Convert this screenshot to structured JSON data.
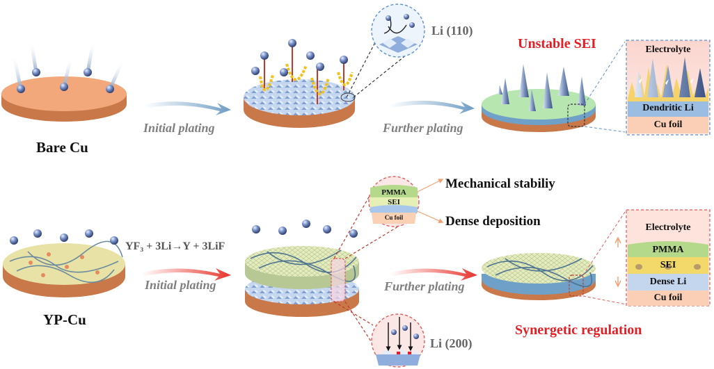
{
  "labels": {
    "bare_cu": "Bare Cu",
    "yp_cu": "YP-Cu",
    "initial_plating_top": "Initial plating",
    "further_plating_top": "Further plating",
    "initial_plating_bottom": "Initial plating",
    "further_plating_bottom": "Further plating",
    "li_110": "Li (110)",
    "li_200": "Li (200)",
    "unstable_sei": "Unstable SEI",
    "synergetic_regulation": "Synergetic regulation",
    "mechanical_stability": "Mechanical stabiliy",
    "dense_deposition": "Dense deposition",
    "reaction_equation": "YF₃ + 3Li→Y + 3LiF"
  },
  "top_panel": {
    "electrolyte": "Electrolyte",
    "dendritic_li": "Dendritic Li",
    "cu_foil": "Cu foil"
  },
  "bottom_panel": {
    "electrolyte": "Electrolyte",
    "pmma": "PMMA",
    "sei": "SEI",
    "dense_li": "Dense Li",
    "cu_foil": "Cu foil"
  },
  "zoom_circle": {
    "pmma": "PMMA",
    "sei": "SEI",
    "cu_foil": "Cu foil"
  },
  "colors": {
    "copper": "#f2a87a",
    "copper_side": "#c9784a",
    "arrow_blue": "#7fa6c8",
    "arrow_red": "#e8413a",
    "red_text": "#e31e24",
    "li_crystal": "#9ab8de",
    "sei_green": "#a9dca0",
    "pmma_layer": "#e7efb8",
    "panel_bg": "#fde3dc"
  }
}
